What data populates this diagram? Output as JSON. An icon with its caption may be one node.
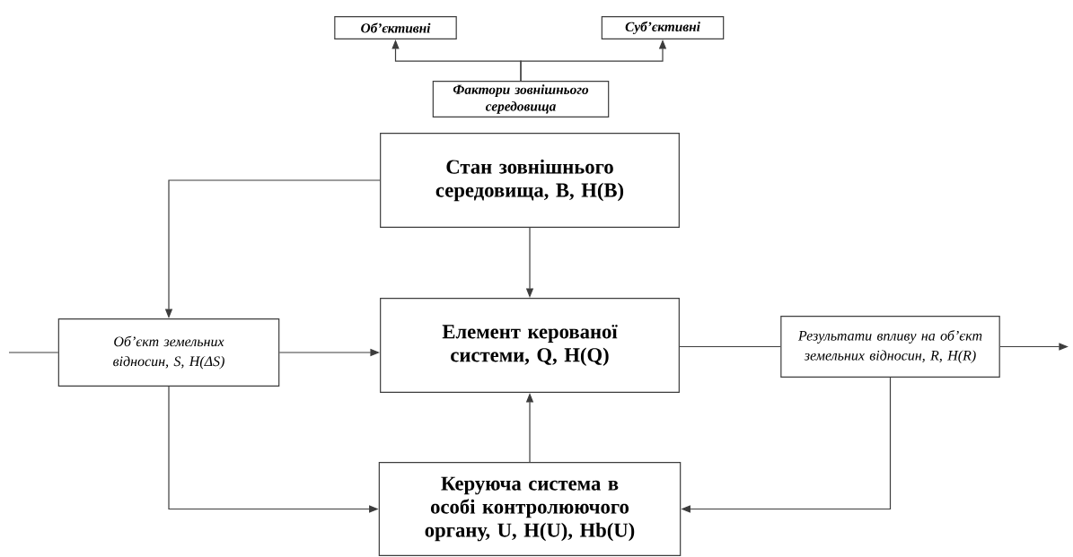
{
  "diagram": {
    "nodes": [
      {
        "text": [
          "Об’єктивні"
        ]
      },
      {
        "text": [
          "Суб’єктивні"
        ]
      },
      {
        "text": [
          "Фактори зовнішнього середовища"
        ]
      },
      {
        "text": [
          "Стан зовнішнього середовища, B, H(B)"
        ]
      },
      {
        "text": [
          "Об’єкт земельних відносин, S, H(ΔS)"
        ]
      },
      {
        "text": [
          "Елемент керованої системи, Q, H(Q)"
        ]
      },
      {
        "text": [
          "Результати впливу на об’єкт земельних відносин, R, H(R)"
        ]
      },
      {
        "text": [
          "Керуюча система в особі контролюючого органу, U, H(U), Hb(U)"
        ]
      }
    ],
    "edges": [
      {
        "from": 2,
        "to": 0,
        "arrow": "to"
      },
      {
        "from": 2,
        "to": 1,
        "arrow": "to"
      },
      {
        "from": 3,
        "to": 4,
        "arrow": "to"
      },
      {
        "from": 3,
        "to": 5,
        "arrow": "to"
      },
      {
        "from": null,
        "to": 4,
        "arrow": "none"
      },
      {
        "from": 4,
        "to": 5,
        "arrow": "to"
      },
      {
        "from": 5,
        "to": 6,
        "arrow": "none"
      },
      {
        "from": 6,
        "to": null,
        "arrow": "to"
      },
      {
        "from": 4,
        "to": 7,
        "arrow": "to"
      },
      {
        "from": 6,
        "to": 7,
        "arrow": "to"
      },
      {
        "from": 7,
        "to": 5,
        "arrow": "to"
      }
    ]
  }
}
